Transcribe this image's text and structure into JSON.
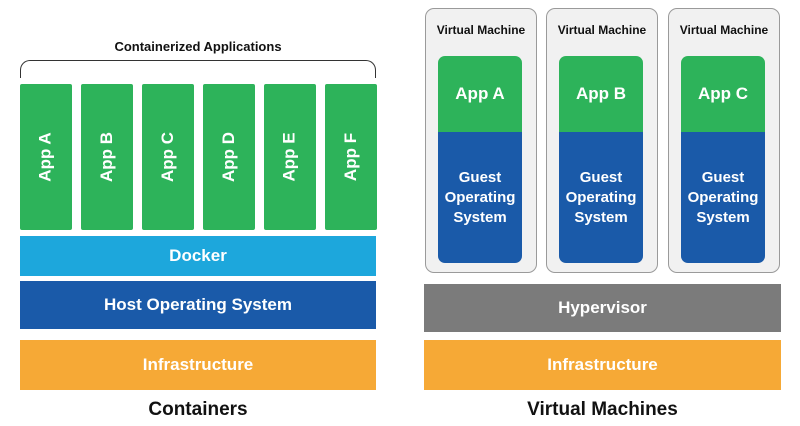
{
  "containers": {
    "apps_label": "Containerized Applications",
    "apps": [
      "App A",
      "App B",
      "App C",
      "App D",
      "App E",
      "App F"
    ],
    "docker": "Docker",
    "host_os": "Host Operating System",
    "infrastructure": "Infrastructure",
    "title": "Containers"
  },
  "vms": {
    "machines": [
      {
        "label": "Virtual Machine",
        "app": "App A",
        "guest_os": "Guest Operating System"
      },
      {
        "label": "Virtual Machine",
        "app": "App B",
        "guest_os": "Guest Operating System"
      },
      {
        "label": "Virtual Machine",
        "app": "App C",
        "guest_os": "Guest Operating System"
      }
    ],
    "hypervisor": "Hypervisor",
    "infrastructure": "Infrastructure",
    "title": "Virtual Machines"
  },
  "colors": {
    "app_green": "#2db35a",
    "docker_blue": "#1da7dc",
    "os_blue": "#1a5aa9",
    "infrastructure_orange": "#f6a936",
    "hypervisor_gray": "#7b7b7b"
  }
}
